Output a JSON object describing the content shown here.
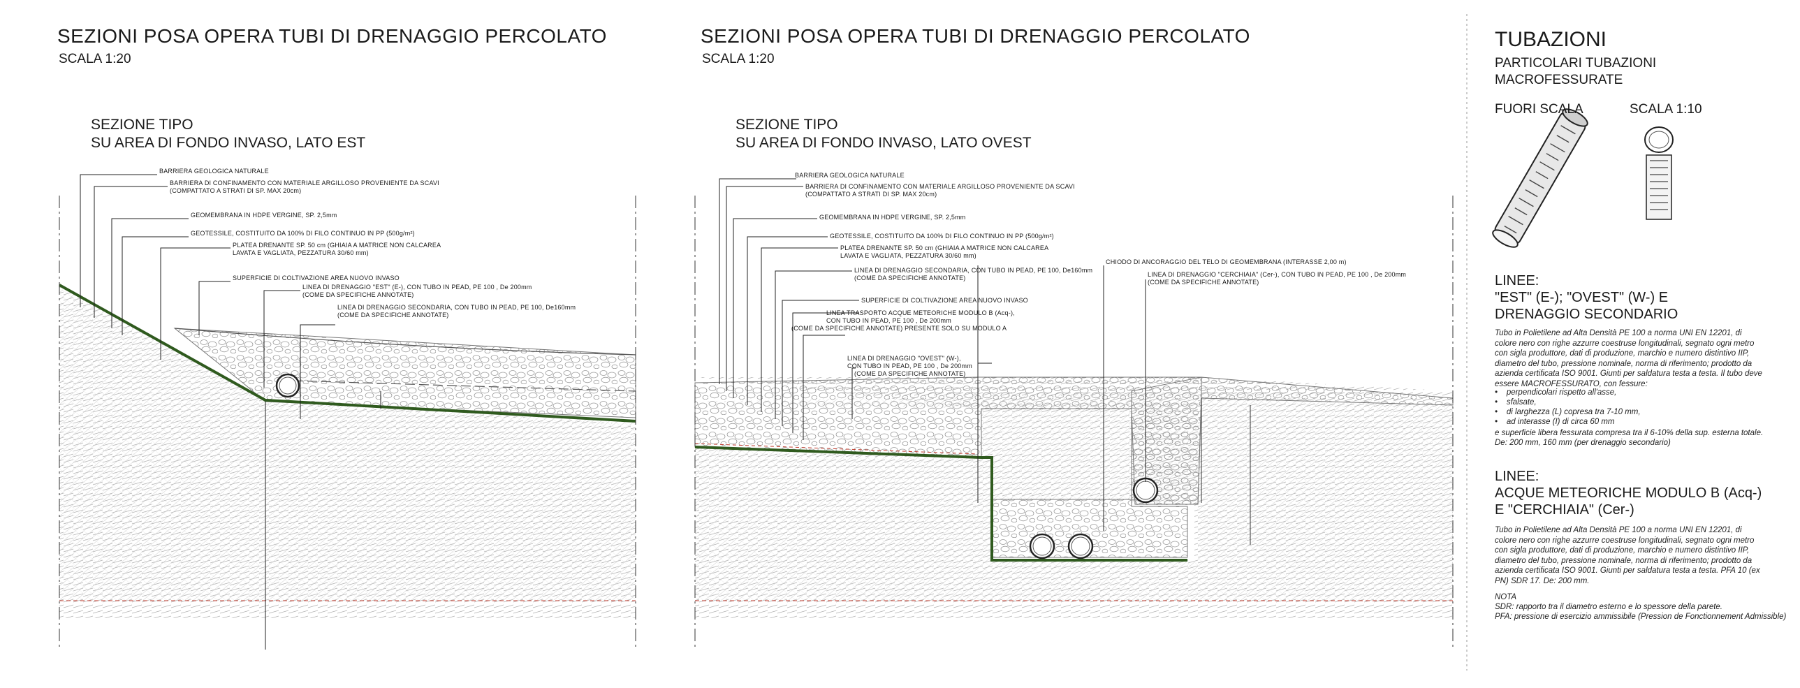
{
  "panel_left": {
    "title": "SEZIONI POSA OPERA TUBI DI DRENAGGIO PERCOLATO",
    "scale": "SCALA 1:20",
    "section_line1": "SEZIONE TIPO",
    "section_line2": "SU AREA DI FONDO INVASO, LATO EST",
    "notes": [
      "BARRIERA GEOLOGICA NATURALE",
      "BARRIERA DI CONFINAMENTO CON MATERIALE ARGILLOSO PROVENIENTE DA SCAVI",
      "(COMPATTATO A STRATI DI SP. MAX 20cm)",
      "GEOMEMBRANA IN HDPE VERGINE, SP. 2,5mm",
      "GEOTESSILE, COSTITUITO DA 100% DI FILO CONTINUO IN PP (500g/m²)",
      "PLATEA DRENANTE SP. 50 cm (GHIAIA A MATRICE NON CALCAREA",
      "LAVATA E VAGLIATA, PEZZATURA 30/60 mm)",
      "SUPERFICIE DI COLTIVAZIONE AREA NUOVO INVASO",
      "LINEA DI DRENAGGIO \"EST\" (E-), CON TUBO IN PEAD, PE 100 , De 200mm",
      "(COME DA SPECIFICHE ANNOTATE)",
      "LINEA DI DRENAGGIO SECONDARIA, CON TUBO IN PEAD, PE 100, De160mm",
      "(COME DA SPECIFICHE ANNOTATE)"
    ]
  },
  "panel_mid": {
    "title": "SEZIONI POSA OPERA TUBI DI DRENAGGIO PERCOLATO",
    "scale": "SCALA 1:20",
    "section_line1": "SEZIONE TIPO",
    "section_line2": "SU AREA DI FONDO INVASO, LATO OVEST",
    "notes": [
      "BARRIERA GEOLOGICA NATURALE",
      "BARRIERA DI CONFINAMENTO CON MATERIALE ARGILLOSO PROVENIENTE DA SCAVI",
      "(COMPATTATO A STRATI DI SP. MAX 20cm)",
      "GEOMEMBRANA IN HDPE VERGINE, SP. 2,5mm",
      "GEOTESSILE, COSTITUITO DA 100% DI FILO CONTINUO IN PP (500g/m²)",
      "PLATEA DRENANTE SP. 50 cm (GHIAIA A MATRICE NON CALCAREA",
      "LAVATA E VAGLIATA, PEZZATURA 30/60 mm)",
      "LINEA DI DRENAGGIO SECONDARIA, CON TUBO IN PEAD, PE 100, De160mm",
      "(COME DA SPECIFICHE ANNOTATE)",
      "SUPERFICIE DI COLTIVAZIONE AREA NUOVO INVASO",
      "LINEA TRASPORTO ACQUE METEORICHE MODULO B (Acq-),",
      "CON TUBO IN PEAD, PE 100 , De 200mm",
      "(COME DA SPECIFICHE ANNOTATE) PRESENTE SOLO SU MODULO A",
      "LINEA DI DRENAGGIO \"OVEST\" (W-),",
      "CON TUBO IN PEAD, PE 100 , De 200mm",
      "(COME DA SPECIFICHE ANNOTATE)",
      "CHIODO DI ANCORAGGIO DEL TELO DI GEOMEMBRANA (INTERASSE 2,00 m)",
      "LINEA DI DRENAGGIO \"CERCHIAIA\" (Cer-), CON TUBO IN PEAD, PE 100 , De 200mm",
      "(COME DA SPECIFICHE ANNOTATE)"
    ]
  },
  "panel_right": {
    "title": "TUBAZIONI",
    "subtitle1": "PARTICOLARI TUBAZIONI",
    "subtitle2": "MACROFESSURATE",
    "fuori_scala": "FUORI SCALA",
    "scala_110": "SCALA 1:10",
    "h1_line1": "LINEE:",
    "h1_line2": "\"EST\" (E-); \"OVEST\" (W-) E",
    "h1_line3": "DRENAGGIO SECONDARIO",
    "p1": "Tubo in Polietilene ad Alta Densità PE 100 a norma UNI EN 12201, di colore nero con righe azzurre coestruse longitudinali, segnato ogni metro con sigla produttore, dati di produzione, marchio e numero distintivo IIP, diametro del tubo, pressione nominale, norma di riferimento; prodotto da azienda certificata ISO 9001. Giunti per saldatura testa a testa. Il tubo deve essere MACROFESSURATO, con fessure:",
    "bullets": [
      "perpendicolari rispetto all'asse,",
      "sfalsate,",
      "di larghezza (L) copresa tra 7-10 mm,",
      "ad interasse (I) di circa 60 mm"
    ],
    "p1_tail1": "e superficie libera fessurata compresa tra il 6-10% della sup. esterna totale.",
    "p1_tail2": "De: 200 mm, 160 mm (per drenaggio secondario)",
    "h2_line1": "LINEE:",
    "h2_line2": "ACQUE METEORICHE MODULO B (Acq-)",
    "h2_line3": "E \"CERCHIAIA\" (Cer-)",
    "p2": "Tubo in Polietilene ad Alta Densità PE 100 a norma UNI EN 12201, di colore nero con righe azzurre coestruse longitudinali, segnato ogni metro con sigla produttore, dati di produzione, marchio e numero distintivo IIP, diametro del tubo, pressione nominale, norma di riferimento; prodotto da azienda certificata ISO 9001. Giunti per saldatura testa a testa. PFA 10 (ex PN) SDR 17. De: 200 mm.",
    "nota": "NOTA",
    "nota1": "SDR: rapporto tra il diametro esterno e lo spessore della parete.",
    "nota2": "PFA: pressione di esercizio ammissibile (Pression de Fonctionnement Admissible)"
  },
  "colors": {
    "ink": "#1a1a1a",
    "membrane": "#2f5a1e",
    "redline": "#c0392b",
    "soil": "#9a9a9a"
  }
}
